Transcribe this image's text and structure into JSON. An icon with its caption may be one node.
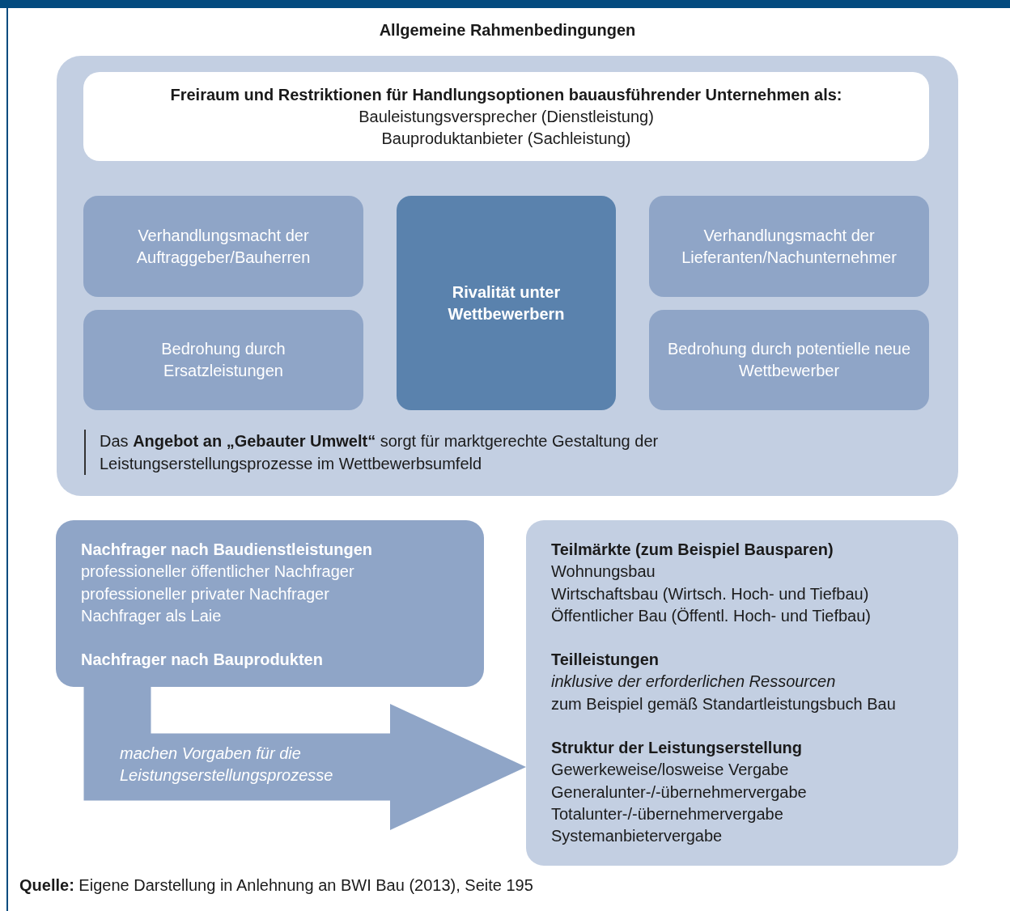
{
  "diagram": {
    "caption": "**Quelle:** Eigene Darstellung in Anlehnung an BWI Bau (2013), Seite 195",
    "nodes": [
      {
        "text": [
          "Allgemeine Rahmenbedingungen",
          "Das **Angebot an „Gebauter Umwelt“** sorgt für marktgerechte Gestaltung der Leistungserstellungsprozesse im Wettbewerbsumfeld"
        ]
      },
      {
        "text": [
          "Freiraum und Restriktionen für Handlungsoptionen bauausführender Unternehmen als:",
          "Bauleistungsversprecher (Dienstleistung)",
          "Bauproduktanbieter (Sachleistung)"
        ],
        "in": 0
      },
      {
        "text": [
          "Verhandlungsmacht der Auftraggeber/Bauherren"
        ],
        "in": 0
      },
      {
        "text": [
          "Rivalität unter Wettbewerbern"
        ],
        "in": 0
      },
      {
        "text": [
          "Verhandlungsmacht der Lieferanten/Nachunternehmer"
        ],
        "in": 0
      },
      {
        "text": [
          "Bedrohung durch Ersatzleistungen"
        ],
        "in": 0
      },
      {
        "text": [
          "Bedrohung durch potentielle neue Wettbewerber"
        ],
        "in": 0
      },
      {
        "text": [
          "Nachfrager nach Baudienstleistungen",
          "professioneller öffentlicher Nachfrager",
          "professioneller privater Nachfrager",
          "Nachfrager als Laie",
          "Nachfrager nach Bauprodukten"
        ]
      },
      {
        "text": [
          "Teilmärkte (zum Beispiel Bausparen)",
          "Wohnungsbau",
          "Wirtschaftsbau (Wirtsch. Hoch- und Tiefbau)",
          "Öffentlicher Bau (Öffentl. Hoch- und Tiefbau)",
          "Teilleistungen",
          "inklusive der erforderlichen Ressourcen",
          "zum Beispiel gemäß Standartleistungsbuch Bau",
          "Struktur der Leistungserstellung",
          "Gewerkeweise/losweise Vergabe",
          "Generalunter-/-übernehmervergabe",
          "Totalunter-/-übernehmervergabe",
          "Systemanbietervergabe"
        ]
      }
    ],
    "edges": [
      {
        "from": 7,
        "to": 8,
        "arrow": "to",
        "label": "machen Vorgaben für die Leistungserstellungsprozesse"
      }
    ]
  }
}
